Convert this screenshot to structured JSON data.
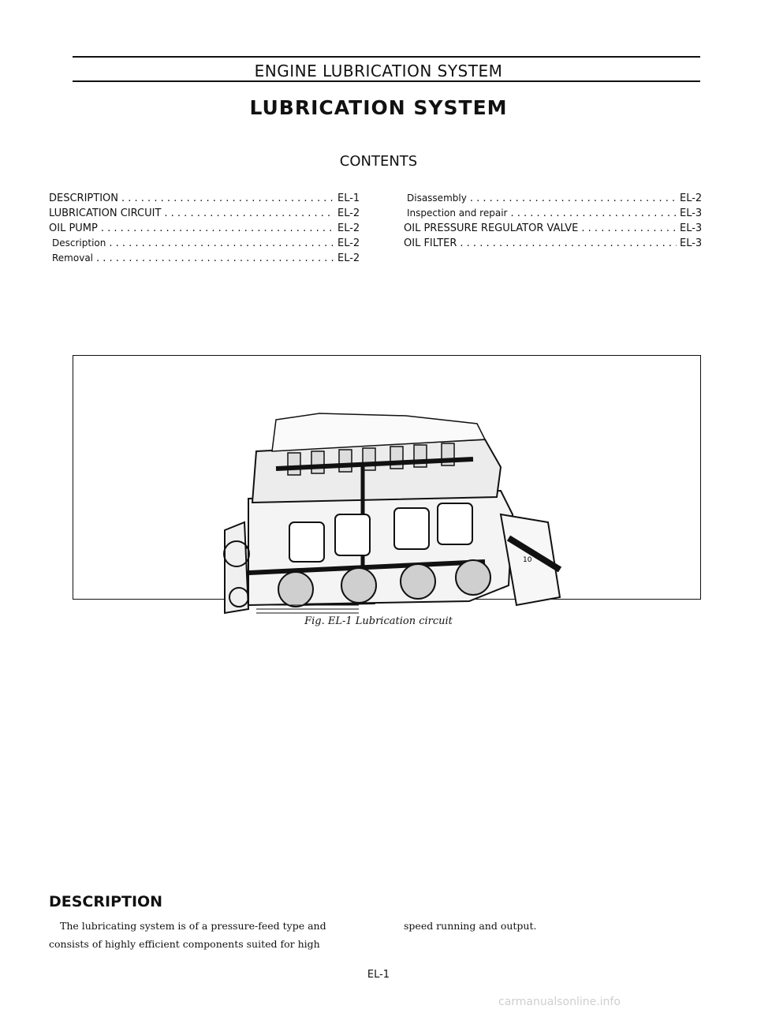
{
  "header": {
    "section_title": "ENGINE LUBRICATION SYSTEM",
    "main_title": "LUBRICATION SYSTEM",
    "contents_heading": "CONTENTS"
  },
  "toc_left": [
    {
      "label": "DESCRIPTION",
      "page": "EL-1",
      "sub": false
    },
    {
      "label": "LUBRICATION CIRCUIT",
      "page": "EL-2",
      "sub": false
    },
    {
      "label": "OIL PUMP",
      "page": "EL-2",
      "sub": false
    },
    {
      "label": "Description",
      "page": "EL-2",
      "sub": true
    },
    {
      "label": "Removal",
      "page": "EL-2",
      "sub": true
    }
  ],
  "toc_right": [
    {
      "label": "Disassembly",
      "page": "EL-2",
      "sub": true
    },
    {
      "label": "Inspection and repair",
      "page": "EL-3",
      "sub": true
    },
    {
      "label": "OIL PRESSURE REGULATOR VALVE",
      "page": "EL-3",
      "sub": false
    },
    {
      "label": "OIL FILTER",
      "page": "EL-3",
      "sub": false
    }
  ],
  "figure": {
    "caption": "Fig. EL-1 Lubrication circuit",
    "marker_label": "10"
  },
  "description": {
    "heading": "DESCRIPTION",
    "paragraph_line1": "The lubricating system is of a pressure-feed type and",
    "paragraph_line2": "consists of highly efficient components suited for high",
    "paragraph_line3": "speed running and output."
  },
  "footer": {
    "page_number": "EL-1",
    "watermark": "carmanualsonline.info"
  }
}
